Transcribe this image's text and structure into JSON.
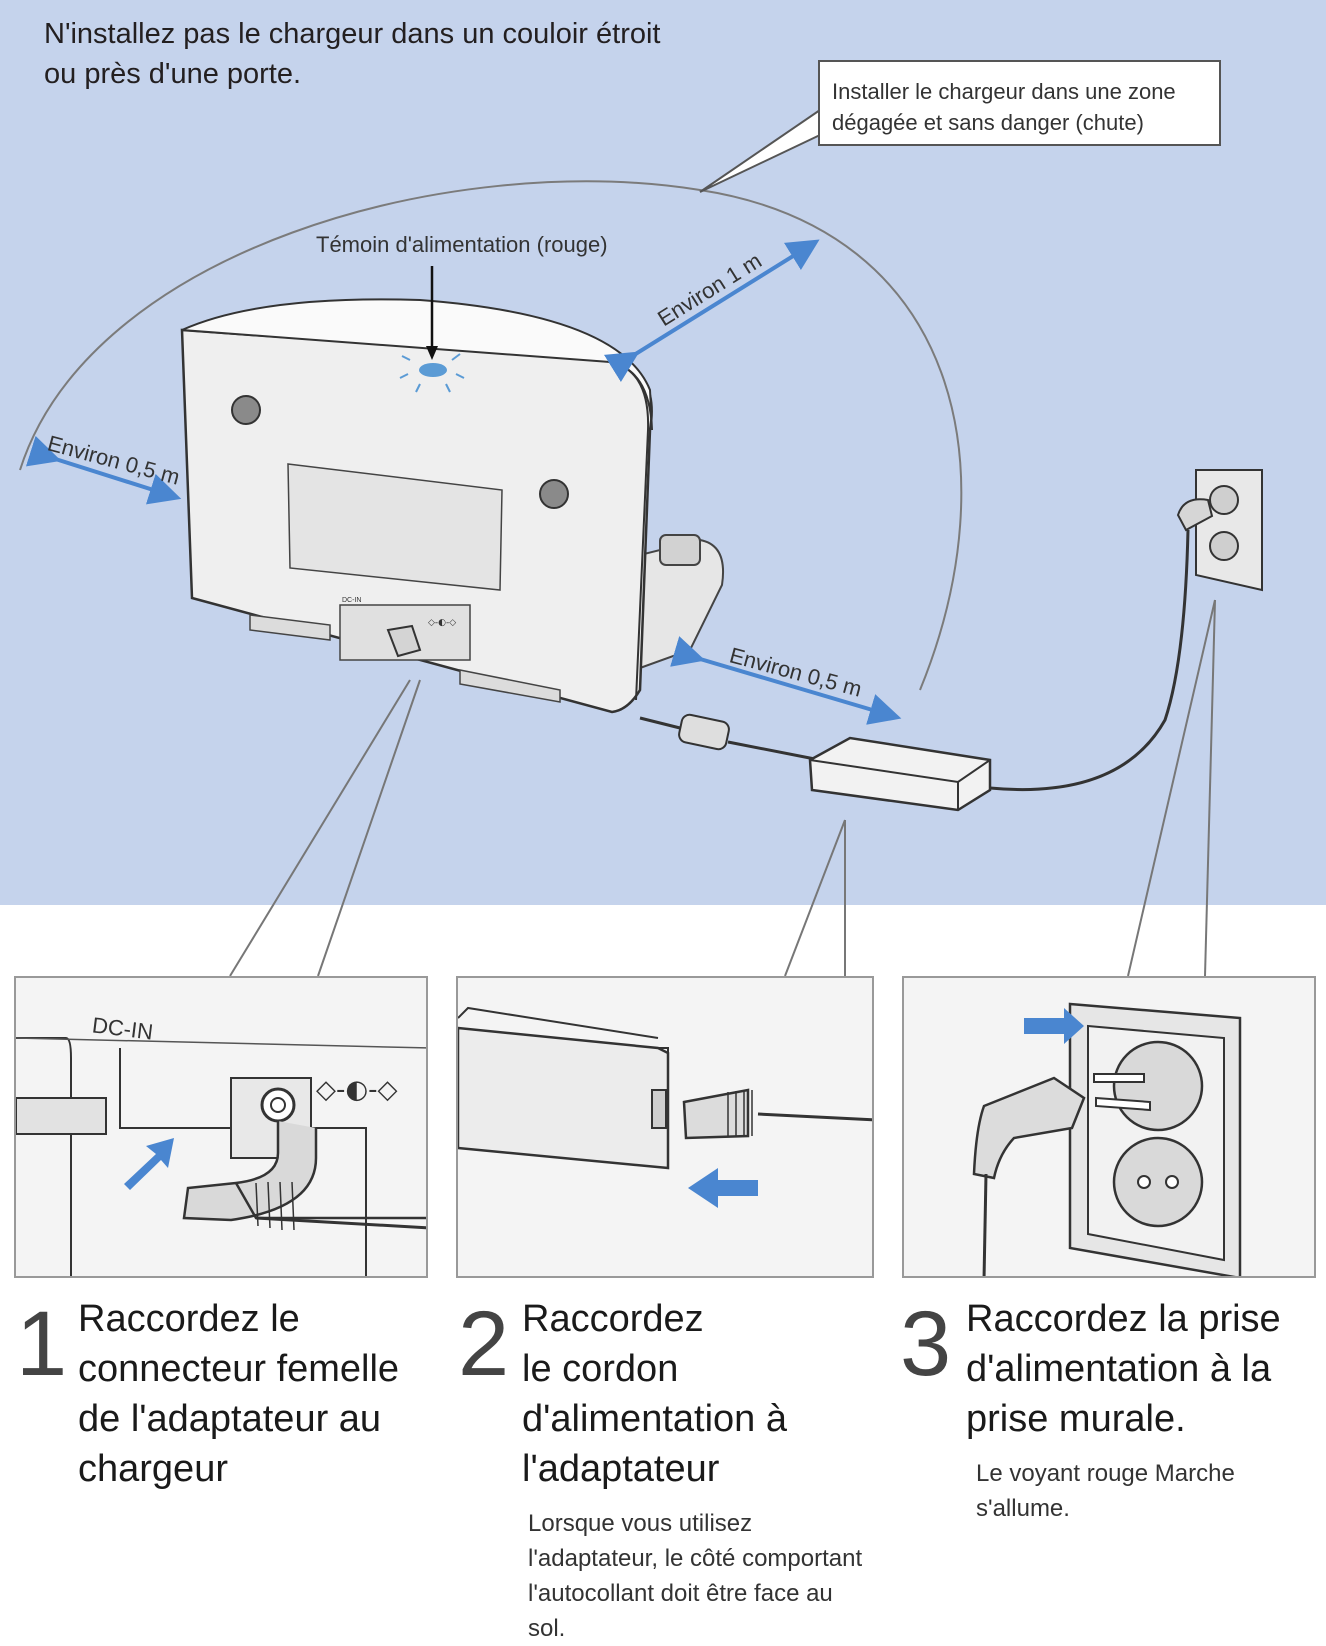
{
  "warning": {
    "line1": "N'installez pas le chargeur dans un couloir étroit",
    "line2": "ou près d'une porte."
  },
  "callout": {
    "line1": "Installer le chargeur dans une zone",
    "line2": "dégagée et sans danger (chute)"
  },
  "labels": {
    "power_indicator": "Témoin d'alimentation (rouge)",
    "distance_top": "Environ 1 m",
    "distance_left": "Environ 0,5 m",
    "distance_right": "Environ 0,5 m",
    "charger_dc_in": "DC-IN"
  },
  "panels": {
    "p1_label": "DC-IN"
  },
  "steps": [
    {
      "number": "1",
      "title": [
        "Raccordez le",
        "connecteur femelle",
        "de l'adaptateur au",
        "chargeur"
      ],
      "note": []
    },
    {
      "number": "2",
      "title": [
        "Raccordez",
        "le cordon",
        "d'alimentation à",
        "l'adaptateur"
      ],
      "note": [
        "Lorsque vous utilisez",
        "l'adaptateur, le côté comportant",
        "l'autocollant doit être face au",
        "sol."
      ]
    },
    {
      "number": "3",
      "title": [
        "Raccordez la prise",
        "d'alimentation à la",
        "prise murale."
      ],
      "note": [
        "Le voyant rouge Marche",
        "s'allume."
      ]
    }
  ],
  "colors": {
    "scene_background": "#c5d3ec",
    "arrow_blue": "#4a86d0",
    "indicator_blue": "#5b9bd5"
  },
  "icons": [
    "power-indicator-icon",
    "dc-symbol-icon",
    "direction-arrow-icon"
  ]
}
